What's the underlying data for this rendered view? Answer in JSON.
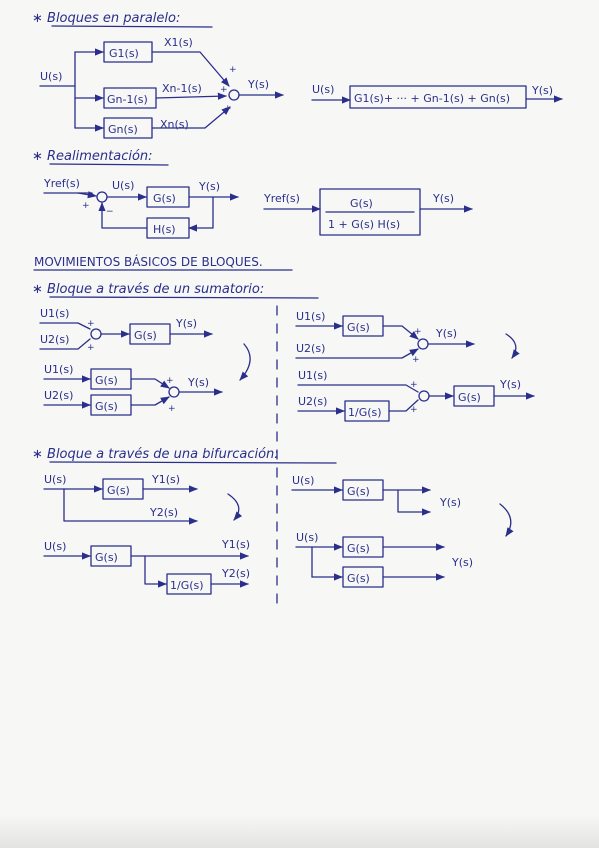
{
  "headings": {
    "parallel": "∗ Bloques en paralelo:",
    "feedback": "∗ Realimentación:",
    "basic_moves": "MOVIMIENTOS BÁSICOS DE BLOQUES.",
    "through_summer": "∗ Bloque a través de un sumatorio:",
    "through_branch": "∗ Bloque a través de una bifurcación:"
  },
  "parallel": {
    "input": "U(s)",
    "blocks": [
      "G1(s)",
      "Gn-1(s)",
      "Gn(s)"
    ],
    "branch_signals": [
      "X1(s)",
      "Xn-1(s)",
      "Xn(s)"
    ],
    "output": "Y(s)",
    "equivalent_input": "U(s)",
    "equivalent_block": "G1(s)+ ··· + Gn-1(s) + Gn(s)",
    "equivalent_output": "Y(s)"
  },
  "feedback": {
    "reference": "Yref(s)",
    "control": "U(s)",
    "forward_block": "G(s)",
    "feedback_block": "H(s)",
    "output": "Y(s)",
    "eq_input": "Yref(s)",
    "eq_numerator": "G(s)",
    "eq_denominator": "1 + G(s) H(s)",
    "eq_output": "Y(s)"
  },
  "summer": {
    "inputs": [
      "U1(s)",
      "U2(s)"
    ],
    "block": "G(s)",
    "inverse_block": "1/G(s)",
    "output": "Y(s)"
  },
  "branch": {
    "input": "U(s)",
    "block": "G(s)",
    "inverse_block": "1/G(s)",
    "outputs": [
      "Y1(s)",
      "Y2(s)"
    ],
    "output_single": "Y(s)"
  },
  "signs": {
    "plus": "+",
    "minus": "−"
  }
}
